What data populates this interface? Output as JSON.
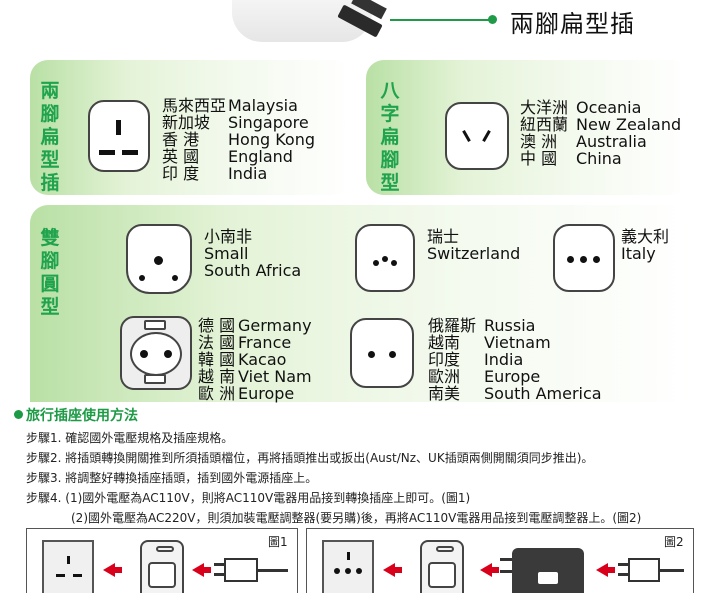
{
  "header": {
    "callout": "兩腳扁型插"
  },
  "panels": {
    "uk": {
      "vertical_label": [
        "兩",
        "腳",
        "扁",
        "型",
        "插"
      ],
      "rows": [
        {
          "cn": "馬來西亞",
          "en": "Malaysia"
        },
        {
          "cn": "新加坡",
          "en": "Singapore"
        },
        {
          "cn": "香 港",
          "en": "Hong Kong"
        },
        {
          "cn": "英 國",
          "en": "England"
        },
        {
          "cn": "印 度",
          "en": "India"
        }
      ]
    },
    "au": {
      "vertical_label": [
        "八",
        "字",
        "扁",
        "腳",
        "型"
      ],
      "rows": [
        {
          "cn": "大洋洲",
          "en": "Oceania"
        },
        {
          "cn": "紐西蘭",
          "en": "New Zealand"
        },
        {
          "cn": "澳 洲",
          "en": "Australia"
        },
        {
          "cn": "中 國",
          "en": "China"
        }
      ]
    },
    "round": {
      "vertical_label": [
        "雙",
        "腳",
        "圓",
        "型"
      ],
      "sa": {
        "cn": "小南非",
        "en1": "Small",
        "en2": "South Africa"
      },
      "ch": {
        "cn": "瑞士",
        "en": "Switzerland"
      },
      "it": {
        "cn": "義大利",
        "en": "Italy"
      },
      "eu_rows": [
        {
          "cn": "德 國",
          "en": "Germany"
        },
        {
          "cn": "法 國",
          "en": "France"
        },
        {
          "cn": "韓 國",
          "en": "Kacao"
        },
        {
          "cn": "越 南",
          "en": "Viet Nam"
        },
        {
          "cn": "歐 洲",
          "en": "Europe"
        }
      ],
      "ru_rows": [
        {
          "cn": "俄羅斯",
          "en": "Russia"
        },
        {
          "cn": "越南",
          "en": "Vietnam"
        },
        {
          "cn": "印度",
          "en": "India"
        },
        {
          "cn": "歐洲",
          "en": "Europe"
        },
        {
          "cn": "南美",
          "en": "South America"
        }
      ]
    }
  },
  "instructions": {
    "title": "旅行插座使用方法",
    "step1": "步驟1.  確認國外電壓規格及插座規格。",
    "step2": "步驟2.  將插頭轉換開關推到所須插頭檔位，再將插頭推出或扳出(Aust/Nz、UK插頭兩側開關須同步推出)。",
    "step3": "步驟3.  將調整好轉換插座插頭，插到國外電源插座上。",
    "step4a": "步驟4.  (1)國外電壓為AC110V，則將AC110V電器用品接到轉換插座上即可。(圖1)",
    "step4b": "(2)國外電壓為AC220V，則須加裝電壓調整器(要另購)後，再將AC110V電器用品接到電壓調整器上。(圖2)"
  },
  "figures": {
    "fig1_label": "圖1",
    "fig2_label": "圖2"
  },
  "colors": {
    "accent_green": "#1fa34c",
    "arrow_red": "#d9001b"
  }
}
